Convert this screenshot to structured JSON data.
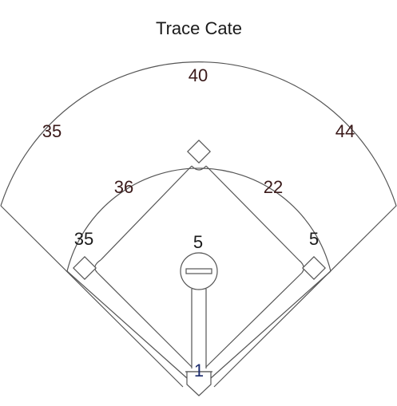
{
  "title": "Trace Cate",
  "positions": {
    "center_field": "40",
    "left_field": "35",
    "right_field": "44",
    "shortstop": "36",
    "second_base": "22",
    "third_base": "35",
    "first_base": "5",
    "pitcher": "5",
    "catcher": "1"
  },
  "colors": {
    "line": "#555555",
    "position_text": "#3a1a1a",
    "catcher_text": "#1a2a6c"
  }
}
